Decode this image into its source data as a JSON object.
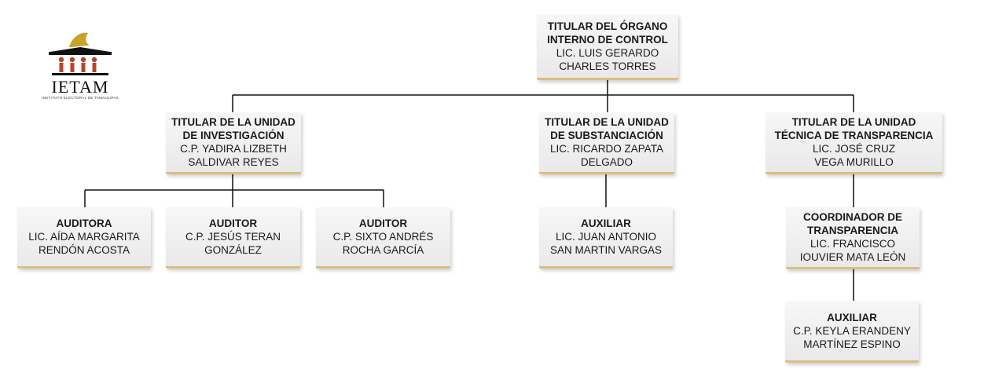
{
  "logo": {
    "wordmark": "IETAM",
    "subtitle": "INSTITUTO ELECTORAL DE TAMAULIPAS"
  },
  "nodes": {
    "titular": {
      "title": "TITULAR DEL ÓRGANO\nINTERNO DE CONTROL",
      "name": "LIC. LUIS GERARDO\nCHARLES TORRES"
    },
    "investigacion": {
      "title": "TITULAR DE LA UNIDAD\nDE INVESTIGACIÓN",
      "name": "C.P. YADIRA LIZBETH\nSALDIVAR REYES"
    },
    "substanciacion": {
      "title": "TITULAR DE LA UNIDAD\nDE SUBSTANCIACIÓN",
      "name": "LIC. RICARDO ZAPATA\nDELGADO"
    },
    "transparencia": {
      "title": "TITULAR DE LA UNIDAD\nTÉCNICA DE TRANSPARENCIA",
      "name": "LIC. JOSÉ CRUZ\nVEGA MURILLO"
    },
    "auditora": {
      "title": "AUDITORA",
      "name": "LIC. AÍDA MARGARITA\nRENDÓN ACOSTA"
    },
    "auditor1": {
      "title": "AUDITOR",
      "name": "C.P. JESÚS TERAN\nGONZÁLEZ"
    },
    "auditor2": {
      "title": "AUDITOR",
      "name": "C.P. SIXTO ANDRÉS\nROCHA GARCÍA"
    },
    "auxiliar1": {
      "title": "AUXILIAR",
      "name": "LIC. JUAN ANTONIO\nSAN MARTIN VARGAS"
    },
    "coordinador": {
      "title": "COORDINADOR DE\nTRANSPARENCIA",
      "name": "LIC. FRANCISCO\nIOUVIER MATA LEÓN"
    },
    "auxiliar2": {
      "title": "AUXILIAR",
      "name": "C.P. KEYLA ERANDENY\nMARTÍNEZ ESPINO"
    }
  },
  "colors": {
    "accent": "#d9c080",
    "line": "#111111",
    "logo_gold": "#c9a227",
    "logo_red": "#b5452e"
  }
}
